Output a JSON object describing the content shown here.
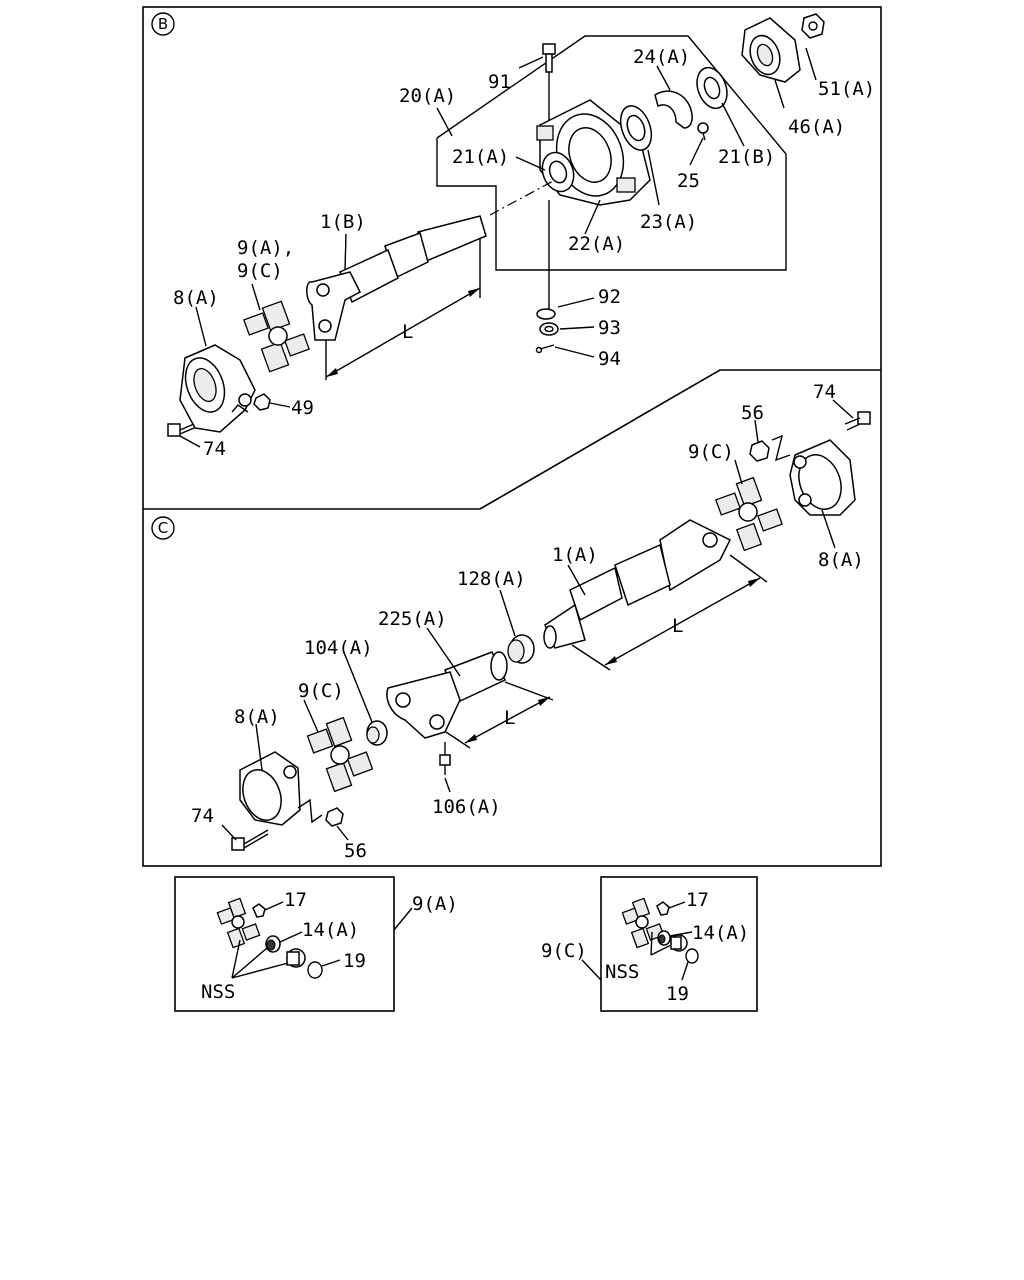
{
  "sections": {
    "B": {
      "marker": "B"
    },
    "C": {
      "marker": "C"
    }
  },
  "labels": {
    "b_91": "91",
    "b_24a": "24(A)",
    "b_20a": "20(A)",
    "b_51a": "51(A)",
    "b_46a": "46(A)",
    "b_21a": "21(A)",
    "b_21b": "21(B)",
    "b_25": "25",
    "b_1b": "1(B)",
    "b_23a": "23(A)",
    "b_22a": "22(A)",
    "b_9a_9c_line1": "9(A),",
    "b_9a_9c_line2": "9(C)",
    "b_92": "92",
    "b_8a": "8(A)",
    "b_93": "93",
    "b_L": "L",
    "b_94": "94",
    "b_49": "49",
    "b_74": "74",
    "c_74_top": "74",
    "c_56_top": "56",
    "c_9c_top": "9(C)",
    "c_8a_right": "8(A)",
    "c_1a": "1(A)",
    "c_128a": "128(A)",
    "c_225a": "225(A)",
    "c_L_upper": "L",
    "c_104a": "104(A)",
    "c_9c": "9(C)",
    "c_8a_left": "8(A)",
    "c_L_lower": "L",
    "c_106a": "106(A)",
    "c_74": "74",
    "c_56": "56"
  },
  "insets": {
    "left": {
      "title": "9(A)",
      "p17": "17",
      "p14a": "14(A)",
      "p19": "19",
      "nss": "NSS"
    },
    "right": {
      "title": "9(C)",
      "p17": "17",
      "p14a": "14(A)",
      "p19": "19",
      "nss": "NSS"
    }
  }
}
